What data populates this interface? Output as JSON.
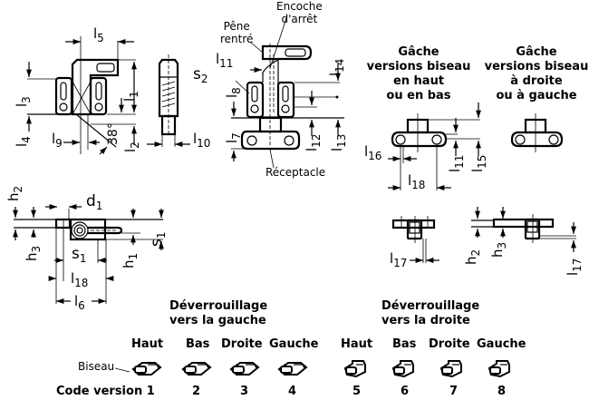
{
  "diagram": {
    "dimension_labels": {
      "l5": {
        "base": "l",
        "sub": "5"
      },
      "l1": {
        "base": "l",
        "sub": "1"
      },
      "l3": {
        "base": "l",
        "sub": "3"
      },
      "l4": {
        "base": "l",
        "sub": "4"
      },
      "l9": {
        "base": "l",
        "sub": "9"
      },
      "angle": "38°",
      "l2": {
        "base": "l",
        "sub": "2"
      },
      "l10": {
        "base": "l",
        "sub": "10"
      },
      "l11": {
        "base": "l",
        "sub": "11"
      },
      "s2": {
        "base": "s",
        "sub": "2"
      },
      "l8": {
        "base": "l",
        "sub": "8"
      },
      "l7": {
        "base": "l",
        "sub": "7"
      },
      "l14": {
        "base": "l",
        "sub": "14"
      },
      "l12": {
        "base": "l",
        "sub": "12"
      },
      "l13": {
        "base": "l",
        "sub": "13"
      },
      "l16": {
        "base": "l",
        "sub": "16"
      },
      "l18a": {
        "base": "l",
        "sub": "18"
      },
      "l11b": {
        "base": "l",
        "sub": "11"
      },
      "l15": {
        "base": "l",
        "sub": "15"
      },
      "h2": {
        "base": "h",
        "sub": "2"
      },
      "h3": {
        "base": "h",
        "sub": "3"
      },
      "d1": {
        "base": "d",
        "sub": "1"
      },
      "s1a": {
        "base": "s",
        "sub": "1"
      },
      "s1b": {
        "base": "s",
        "sub": "1"
      },
      "h1": {
        "base": "h",
        "sub": "1"
      },
      "l18b": {
        "base": "l",
        "sub": "18"
      },
      "l6": {
        "base": "l",
        "sub": "6"
      },
      "l17a": {
        "base": "l",
        "sub": "17"
      },
      "h2b": {
        "base": "h",
        "sub": "2"
      },
      "h3b": {
        "base": "h",
        "sub": "3"
      },
      "l17b": {
        "base": "l",
        "sub": "17"
      }
    },
    "callouts": {
      "encoche": [
        "Encoche",
        "d'arrêt"
      ],
      "pene": [
        "Pêne",
        "rentré"
      ],
      "receptacle": "Réceptacle"
    },
    "strike_headings": {
      "top_bottom": [
        "Gâche",
        "versions biseau",
        "en haut",
        "ou en bas"
      ],
      "left_right": [
        "Gâche",
        "versions biseau",
        "à droite",
        "ou à gauche"
      ]
    },
    "versions": {
      "left_group_title": [
        "Déverrouillage",
        "vers la gauche"
      ],
      "right_group_title": [
        "Déverrouillage",
        "vers la droite"
      ],
      "bevel_label": "Biseau",
      "code_label": "Code version",
      "items": [
        {
          "position": "Haut",
          "code": "1",
          "unlock": "gauche"
        },
        {
          "position": "Bas",
          "code": "2",
          "unlock": "gauche"
        },
        {
          "position": "Droite",
          "code": "3",
          "unlock": "gauche"
        },
        {
          "position": "Gauche",
          "code": "4",
          "unlock": "gauche"
        },
        {
          "position": "Haut",
          "code": "5",
          "unlock": "droite"
        },
        {
          "position": "Bas",
          "code": "6",
          "unlock": "droite"
        },
        {
          "position": "Droite",
          "code": "7",
          "unlock": "droite"
        },
        {
          "position": "Gauche",
          "code": "8",
          "unlock": "droite"
        }
      ]
    }
  }
}
